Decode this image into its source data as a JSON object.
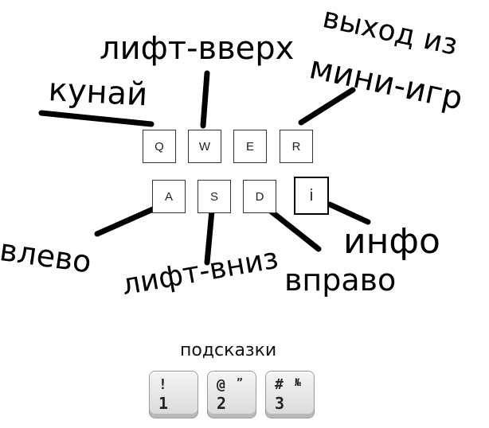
{
  "keys": {
    "q": "Q",
    "w": "W",
    "e": "E",
    "r": "R",
    "a": "A",
    "s": "S",
    "d": "D",
    "i": "i"
  },
  "labels": {
    "kunai": "кунай",
    "lift_up": "лифт-вверх",
    "exit_line1": "выход из",
    "exit_line2": "мини-игр",
    "left": "влево",
    "lift_down": "лифт-вниз",
    "right": "вправо",
    "info": "инфо"
  },
  "hints": {
    "title": "подсказки",
    "keys": [
      {
        "top": "!",
        "alt": "",
        "num": "1"
      },
      {
        "top": "@",
        "alt": "”",
        "num": "2"
      },
      {
        "top": "#",
        "alt": "№",
        "num": "3"
      }
    ]
  }
}
